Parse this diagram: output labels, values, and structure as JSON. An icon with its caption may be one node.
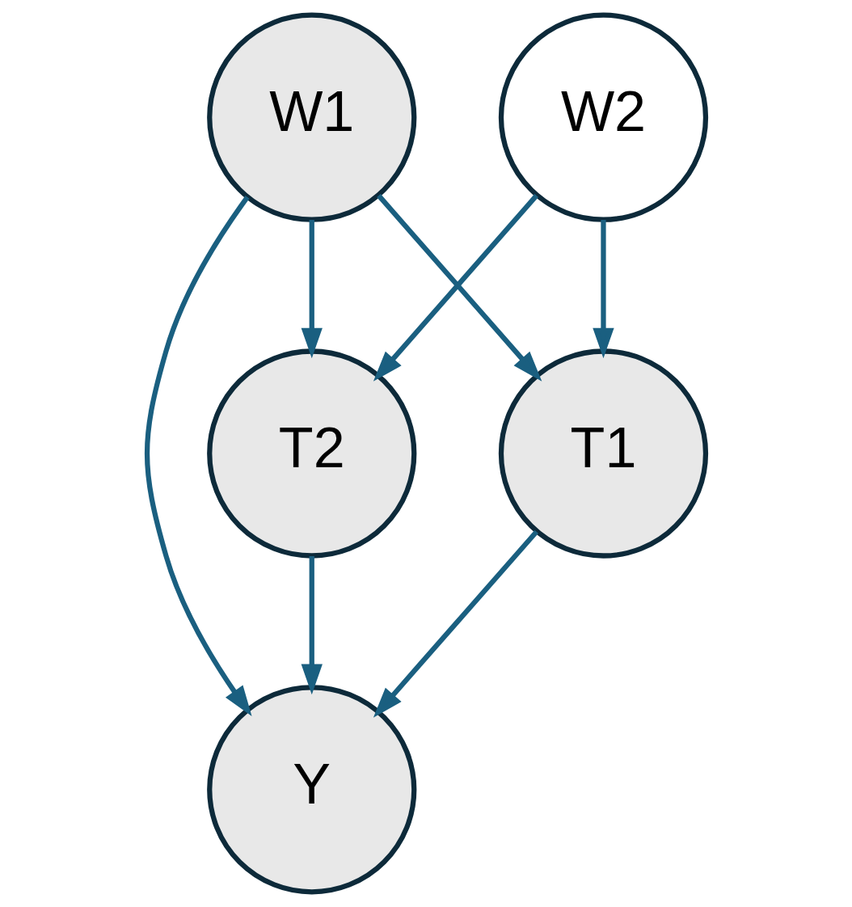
{
  "diagram": {
    "nodes": [
      {
        "text": [
          "W2"
        ]
      },
      {
        "text": [
          "W1"
        ]
      },
      {
        "text": [
          "T1"
        ]
      },
      {
        "text": [
          "T2"
        ]
      },
      {
        "text": [
          "Y"
        ]
      }
    ],
    "edges": [
      {
        "from": 1,
        "to": 2,
        "arrow": "to"
      },
      {
        "from": 0,
        "to": 2,
        "arrow": "to"
      },
      {
        "from": 0,
        "to": 3,
        "arrow": "to"
      },
      {
        "from": 1,
        "to": 3,
        "arrow": "to"
      },
      {
        "from": 1,
        "to": 4,
        "arrow": "to"
      },
      {
        "from": 2,
        "to": 4,
        "arrow": "to"
      },
      {
        "from": 3,
        "to": 4,
        "arrow": "to"
      }
    ]
  }
}
